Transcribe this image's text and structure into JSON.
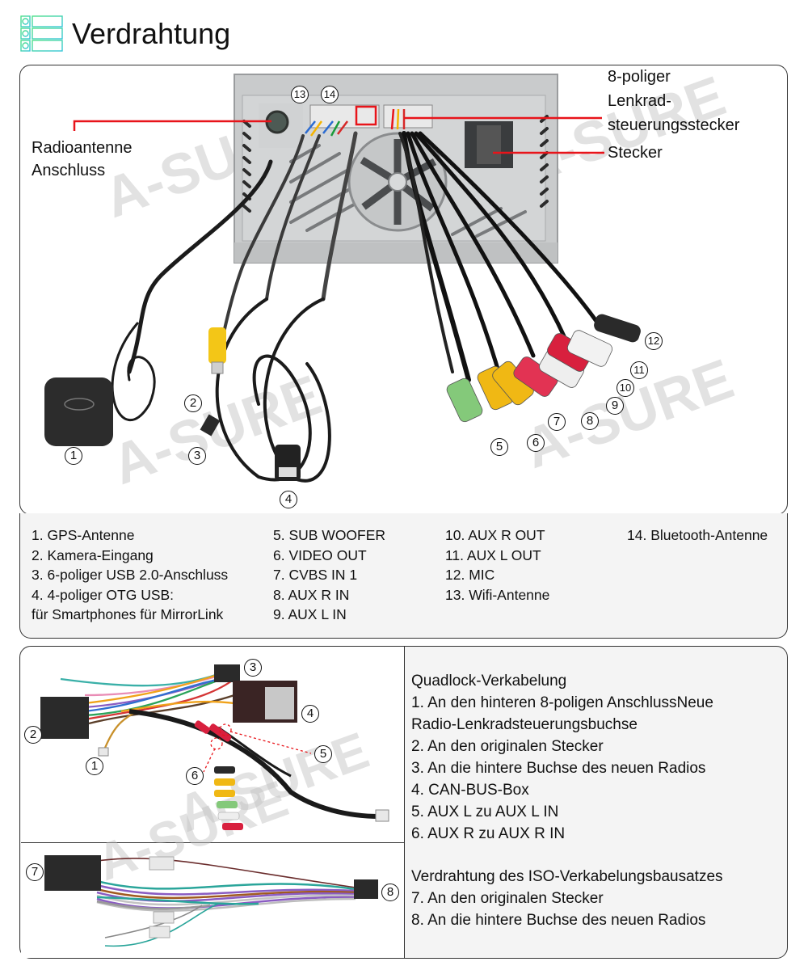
{
  "header": {
    "title": "Verdrahtung",
    "icon": "list-icon",
    "accent_color": "#3ecf9e"
  },
  "photo_panel": {
    "callouts": {
      "radio_antenna": [
        "Radioantenne",
        "Anschluss"
      ],
      "steering_connector": [
        "8-poliger",
        "Lenkrad-",
        "steuerungsstecker"
      ],
      "plug": "Stecker"
    },
    "line_color": "#e8141a",
    "watermark": "A-SURE",
    "numbers": [
      "1",
      "2",
      "3",
      "4",
      "5",
      "6",
      "7",
      "8",
      "9",
      "10",
      "11",
      "12",
      "13",
      "14"
    ]
  },
  "legend": {
    "columns": [
      [
        "1. GPS-Antenne",
        "2. Kamera-Eingang",
        "3. 6-poliger USB 2.0-Anschluss",
        "4. 4-poliger OTG USB:",
        "für Smartphones für MirrorLink"
      ],
      [
        "5. SUB WOOFER",
        "6. VIDEO OUT",
        "7. CVBS IN 1",
        "8. AUX R IN",
        "9. AUX L IN"
      ],
      [
        "10. AUX R OUT",
        "11. AUX L OUT",
        "12. MIC",
        "13. Wifi-Antenne"
      ],
      [
        "14. Bluetooth-Antenne"
      ]
    ]
  },
  "harness": {
    "quadlock": {
      "heading": "Quadlock-Verkabelung",
      "lines": [
        "1. An den hinteren 8-poligen AnschlussNeue",
        "Radio-Lenkradsteuerungsbuchse",
        "2. An den originalen Stecker",
        "3. An die hintere Buchse des neuen Radios",
        "4. CAN-BUS-Box",
        "5. AUX L zu AUX L IN",
        "6. AUX R zu AUX R IN"
      ]
    },
    "iso": {
      "heading": "Verdrahtung des ISO-Verkabelungsbausatzes",
      "lines": [
        "7. An den originalen Stecker",
        "8. An die hintere Buchse des neuen Radios"
      ]
    },
    "numbers": [
      "1",
      "2",
      "3",
      "4",
      "5",
      "6",
      "7",
      "8"
    ]
  }
}
